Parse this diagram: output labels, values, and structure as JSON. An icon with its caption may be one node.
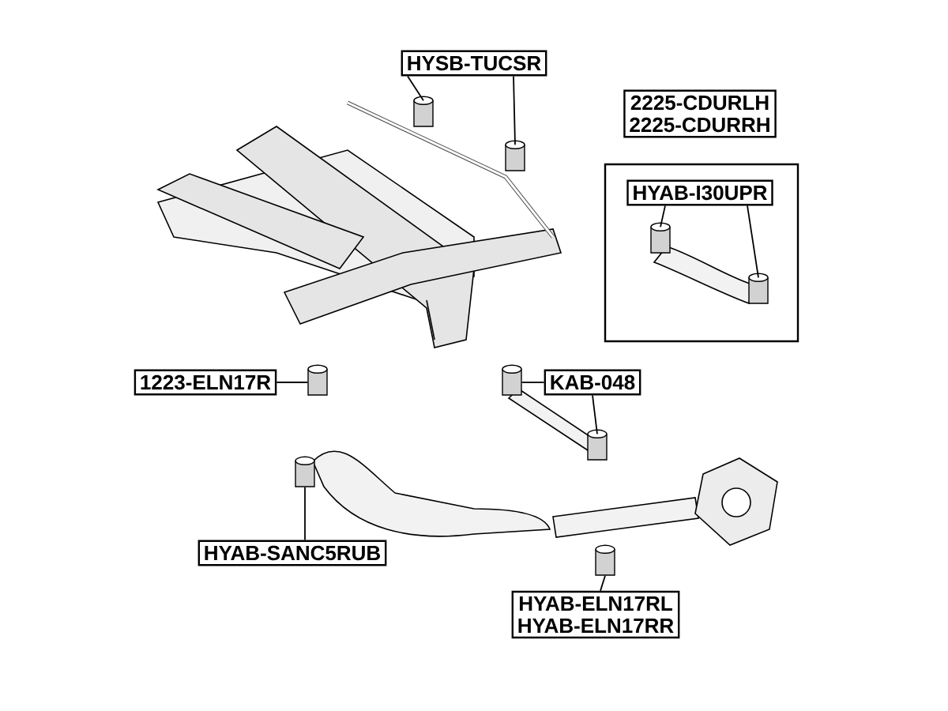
{
  "diagram": {
    "nodes": [
      {
        "text": [
          "HYSB-TUCSR"
        ]
      },
      {
        "text": [
          "2225-CDURLH",
          "2225-CDURRH"
        ]
      },
      {
        "text": [],
        "shape": "box"
      },
      {
        "text": [
          "HYAB-I30UPR"
        ],
        "in": 2
      },
      {
        "text": [
          "1223-ELN17R"
        ]
      },
      {
        "text": [
          "KAB-048"
        ]
      },
      {
        "text": [
          "HYAB-SANC5RUB"
        ]
      },
      {
        "text": [
          "HYAB-ELN17RL",
          "HYAB-ELN17RR"
        ]
      },
      {
        "text": [],
        "shape": "cylinder"
      },
      {
        "text": [],
        "shape": "cylinder"
      },
      {
        "text": [],
        "shape": "cylinder",
        "in": 2
      },
      {
        "text": [],
        "shape": "cylinder",
        "in": 2
      },
      {
        "text": [],
        "shape": "cylinder"
      },
      {
        "text": [],
        "shape": "cylinder"
      },
      {
        "text": [],
        "shape": "cylinder"
      },
      {
        "text": [],
        "shape": "cylinder"
      },
      {
        "text": [],
        "shape": "cylinder"
      }
    ],
    "edges": [
      {
        "from": 0,
        "to": 8,
        "arrow": "none"
      },
      {
        "from": 0,
        "to": 9,
        "arrow": "none"
      },
      {
        "from": 3,
        "to": 10,
        "arrow": "none"
      },
      {
        "from": 3,
        "to": 11,
        "arrow": "none"
      },
      {
        "from": 4,
        "to": 12,
        "arrow": "none"
      },
      {
        "from": 5,
        "to": 13,
        "arrow": "none"
      },
      {
        "from": 5,
        "to": 14,
        "arrow": "none"
      },
      {
        "from": 6,
        "to": 15,
        "arrow": "none"
      },
      {
        "from": 7,
        "to": 16,
        "arrow": "none"
      }
    ]
  }
}
